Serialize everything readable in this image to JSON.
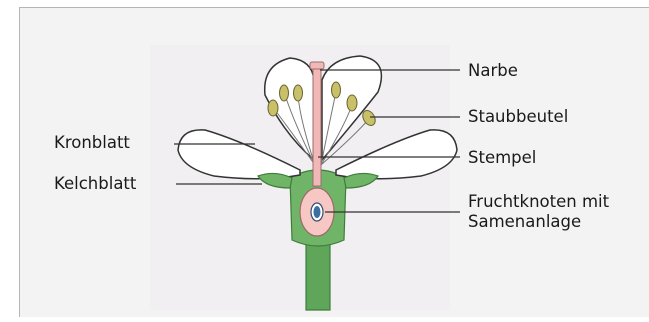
{
  "labels": {
    "narbe": "Narbe",
    "staubbeutel": "Staubbeutel",
    "stempel": "Stempel",
    "fruchtknoten_line1": "Fruchtknoten mit",
    "fruchtknoten_line2": "Samenanlage",
    "kronblatt": "Kronblatt",
    "kelchblatt": "Kelchblatt"
  },
  "colors": {
    "petal_outline": "#333333",
    "anther_fill": "#c9c16a",
    "pistil_fill": "#f2b8b8",
    "stem_green": "#5fa55a",
    "ovary_fill": "#f7c7c4",
    "ovule_fill": "#3a6fa0"
  }
}
